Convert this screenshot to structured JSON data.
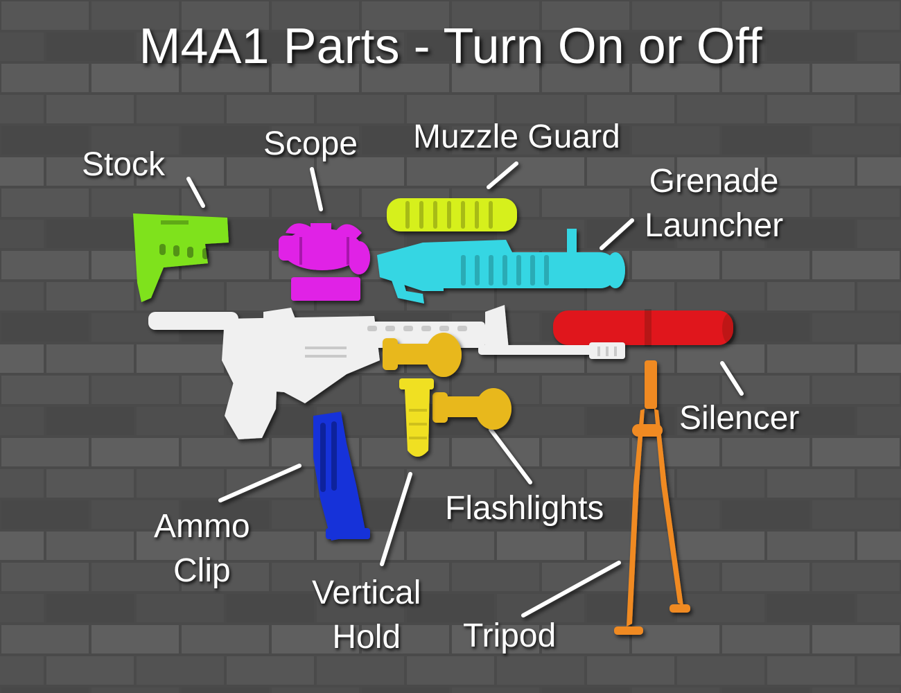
{
  "title": "M4A1 Parts - Turn On or Off",
  "labels": {
    "stock": "Stock",
    "scope": "Scope",
    "muzzle_guard": "Muzzle Guard",
    "grenade_launcher": [
      "Grenade",
      "Launcher"
    ],
    "silencer": "Silencer",
    "ammo_clip": [
      "Ammo",
      "Clip"
    ],
    "vertical_hold": [
      "Vertical",
      "Hold"
    ],
    "flashlights": "Flashlights",
    "tripod": "Tripod"
  },
  "part_colors": {
    "stock": "#7fe21c",
    "scope": "#e022e6",
    "muzzle_guard": "#d6f01e",
    "grenade_launcher": "#35d6e3",
    "silencer": "#e0161c",
    "ammo_clip": "#1730d9",
    "vertical_hold": "#f0e020",
    "flashlights": "#e8b81c",
    "tripod": "#f08a24",
    "rifle": "#f0f0f0"
  },
  "background_color": "#4a4a4a"
}
